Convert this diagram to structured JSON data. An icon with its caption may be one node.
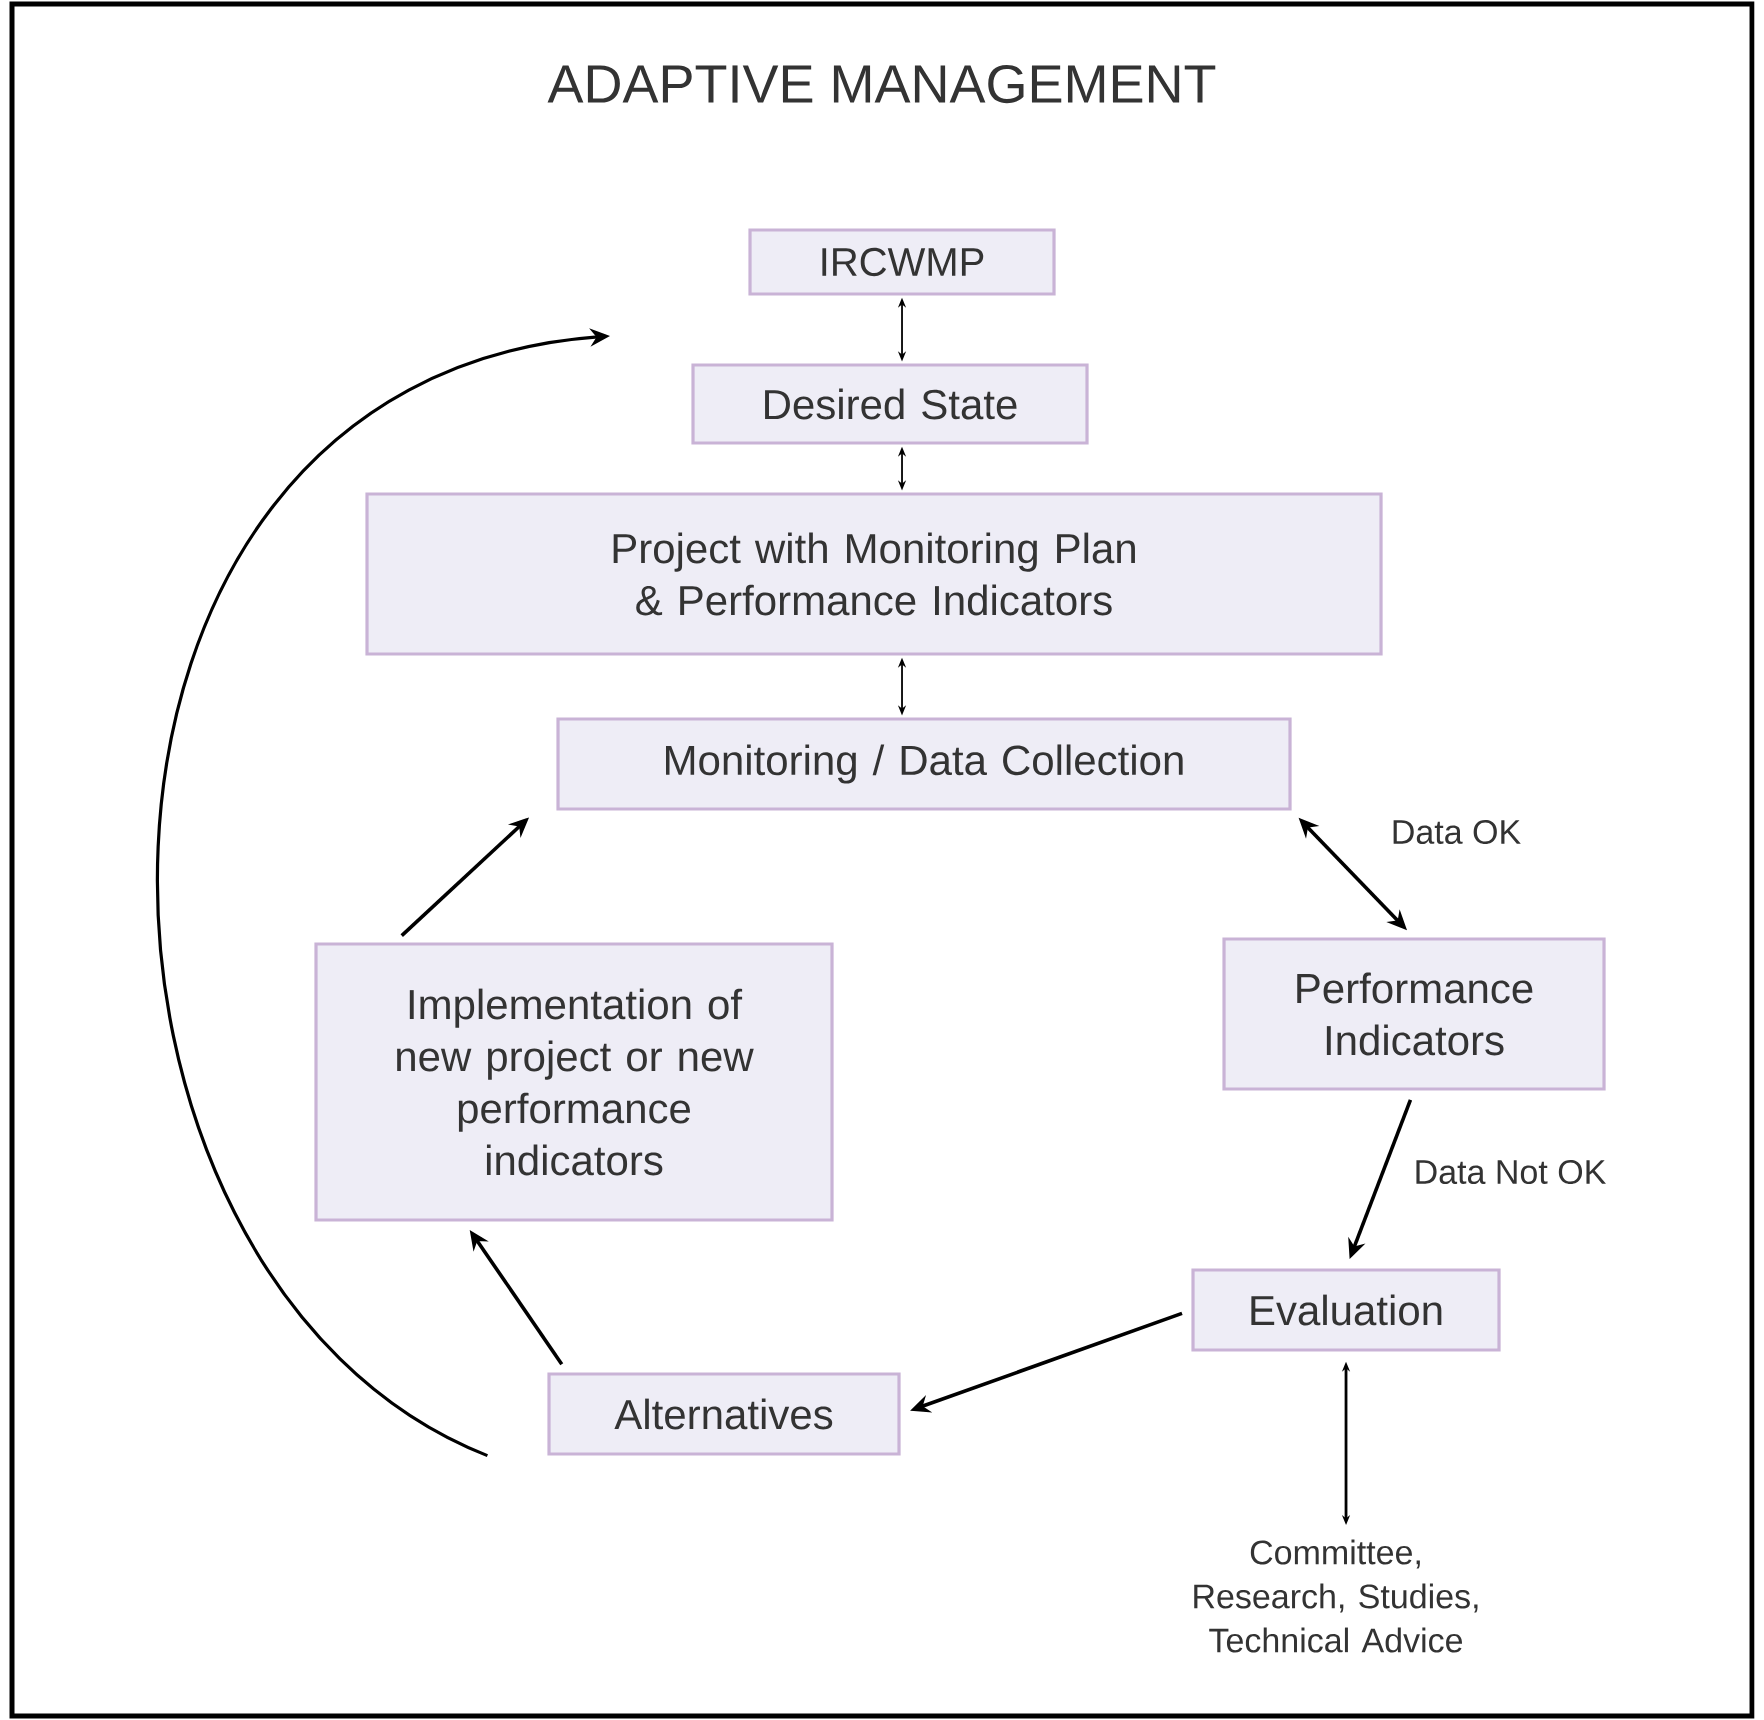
{
  "diagram": {
    "title": "ADAPTIVE MANAGEMENT",
    "nodes": [
      {
        "text": [
          "IRCWMP"
        ]
      },
      {
        "text": [
          "Desired State"
        ]
      },
      {
        "text": [
          "Project with Monitoring Plan & Performance Indicators"
        ]
      },
      {
        "text": [
          "Monitoring / Data Collection"
        ]
      },
      {
        "text": [
          "Implementation of new project or new performance indicators"
        ]
      },
      {
        "text": [
          "Performance Indicators"
        ]
      },
      {
        "text": [
          "Evaluation"
        ]
      },
      {
        "text": [
          "Alternatives"
        ]
      },
      {
        "text": [
          "Committee, Research, Studies, Technical Advice"
        ]
      }
    ],
    "edges": [
      {
        "from": 0,
        "to": 1,
        "arrow": "both"
      },
      {
        "from": 1,
        "to": 2,
        "arrow": "both"
      },
      {
        "from": 2,
        "to": 3,
        "arrow": "both"
      },
      {
        "from": 3,
        "to": 5,
        "arrow": "both",
        "label": "Data OK"
      },
      {
        "from": 5,
        "to": 6,
        "arrow": "to",
        "label": "Data Not OK"
      },
      {
        "from": 6,
        "to": 7,
        "arrow": "to"
      },
      {
        "from": 7,
        "to": 4,
        "arrow": "to"
      },
      {
        "from": 4,
        "to": 3,
        "arrow": "to"
      },
      {
        "from": 6,
        "to": 8,
        "arrow": "both"
      },
      {
        "from": 7,
        "to": null,
        "arrow": "to"
      }
    ]
  }
}
